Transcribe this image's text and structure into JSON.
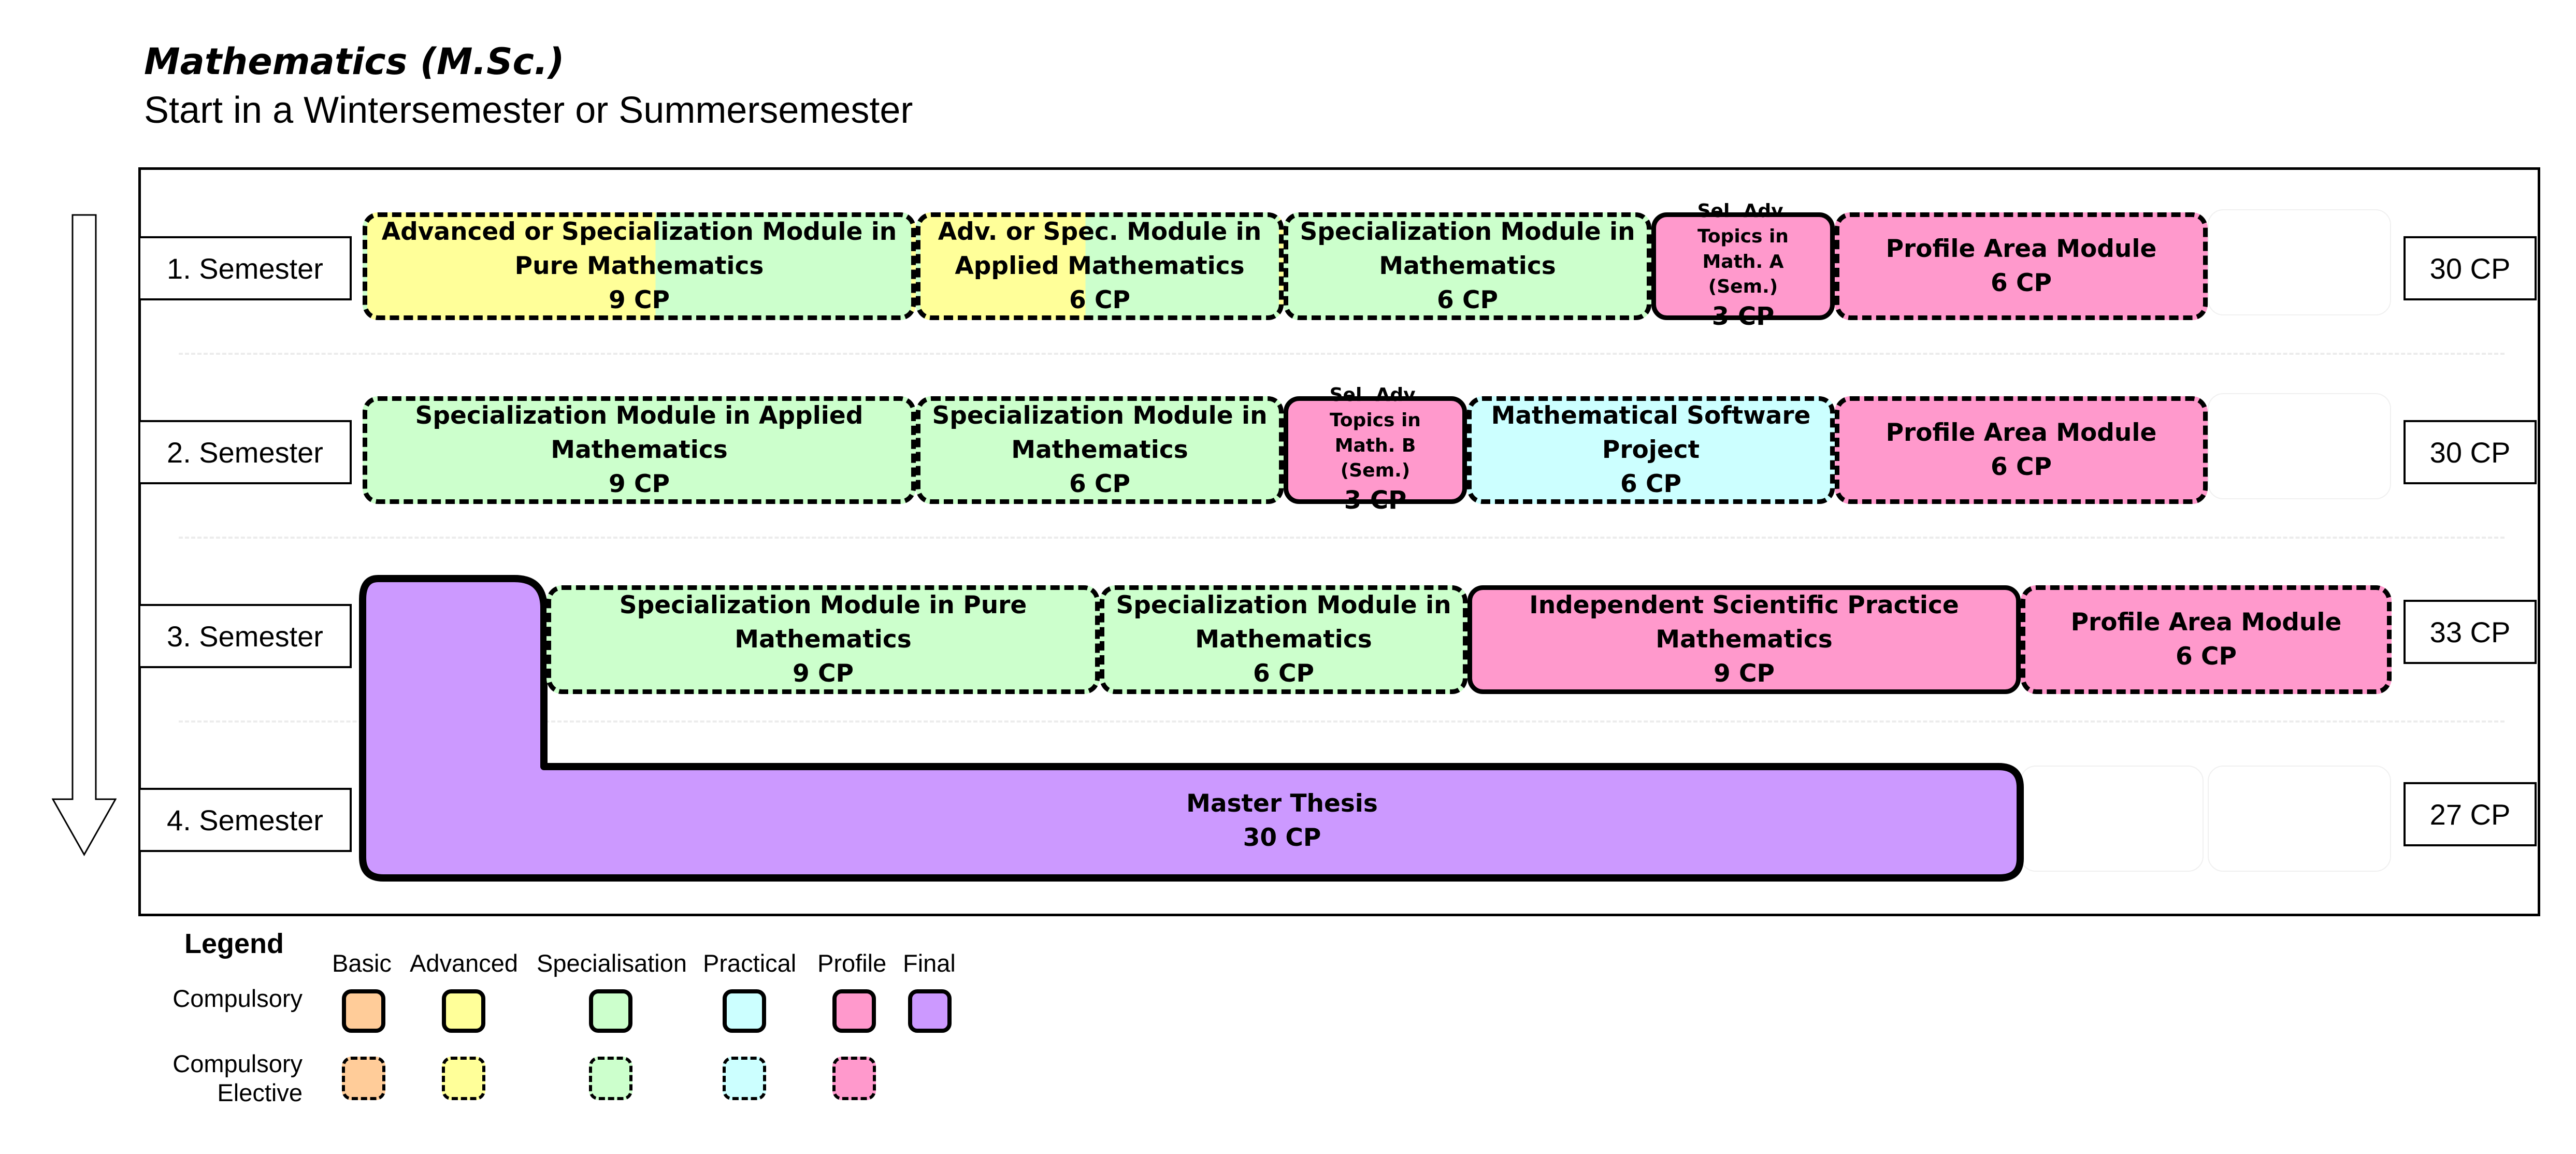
{
  "header": {
    "title": "Mathematics (M.Sc.)",
    "subtitle": "Start in a Wintersemester or Summersemester"
  },
  "semesters": [
    {
      "label": "1. Semester",
      "cp": "30 CP"
    },
    {
      "label": "2. Semester",
      "cp": "30 CP"
    },
    {
      "label": "3. Semester",
      "cp": "33 CP"
    },
    {
      "label": "4. Semester",
      "cp": "27 CP"
    }
  ],
  "modules": {
    "s1": [
      {
        "title": "Advanced or Specialization Module in Pure Mathematics",
        "cp": "9 CP"
      },
      {
        "title": "Adv. or Spec. Module in Applied Mathematics",
        "cp": "6 CP"
      },
      {
        "title": "Specialization Module in Mathematics",
        "cp": "6 CP"
      },
      {
        "title": "Sel. Adv. Topics in Math. A (Sem.)",
        "cp": "3 CP"
      },
      {
        "title": "Profile Area Module",
        "cp": "6 CP"
      }
    ],
    "s2": [
      {
        "title": "Specialization Module in Applied Mathematics",
        "cp": "9 CP"
      },
      {
        "title": "Specialization Module in Mathematics",
        "cp": "6 CP"
      },
      {
        "title": "Sel. Adv. Topics in Math. B (Sem.)",
        "cp": "3 CP"
      },
      {
        "title": "Mathematical Software Project",
        "cp": "6 CP"
      },
      {
        "title": "Profile Area Module",
        "cp": "6 CP"
      }
    ],
    "s3": [
      {
        "title": "Specialization Module in Pure Mathematics",
        "cp": "9 CP"
      },
      {
        "title": "Specialization Module in Mathematics",
        "cp": "6 CP"
      },
      {
        "title": "Independent Scientific Practice Mathematics",
        "cp": "9 CP"
      },
      {
        "title": "Profile Area Module",
        "cp": "6 CP"
      }
    ],
    "thesis": {
      "title": "Master Thesis",
      "cp": "30 CP"
    }
  },
  "legend": {
    "title": "Legend",
    "columns": [
      "Basic",
      "Advanced",
      "Specialisation",
      "Practical",
      "Profile",
      "Final"
    ],
    "rows": [
      "Compulsory",
      "Compulsory Elective"
    ],
    "colors": {
      "basic": "#ffcc99",
      "advanced": "#ffff99",
      "specialisation": "#ccffcc",
      "practical": "#ccffff",
      "profile": "#ff99cc",
      "final": "#cc99ff"
    }
  }
}
